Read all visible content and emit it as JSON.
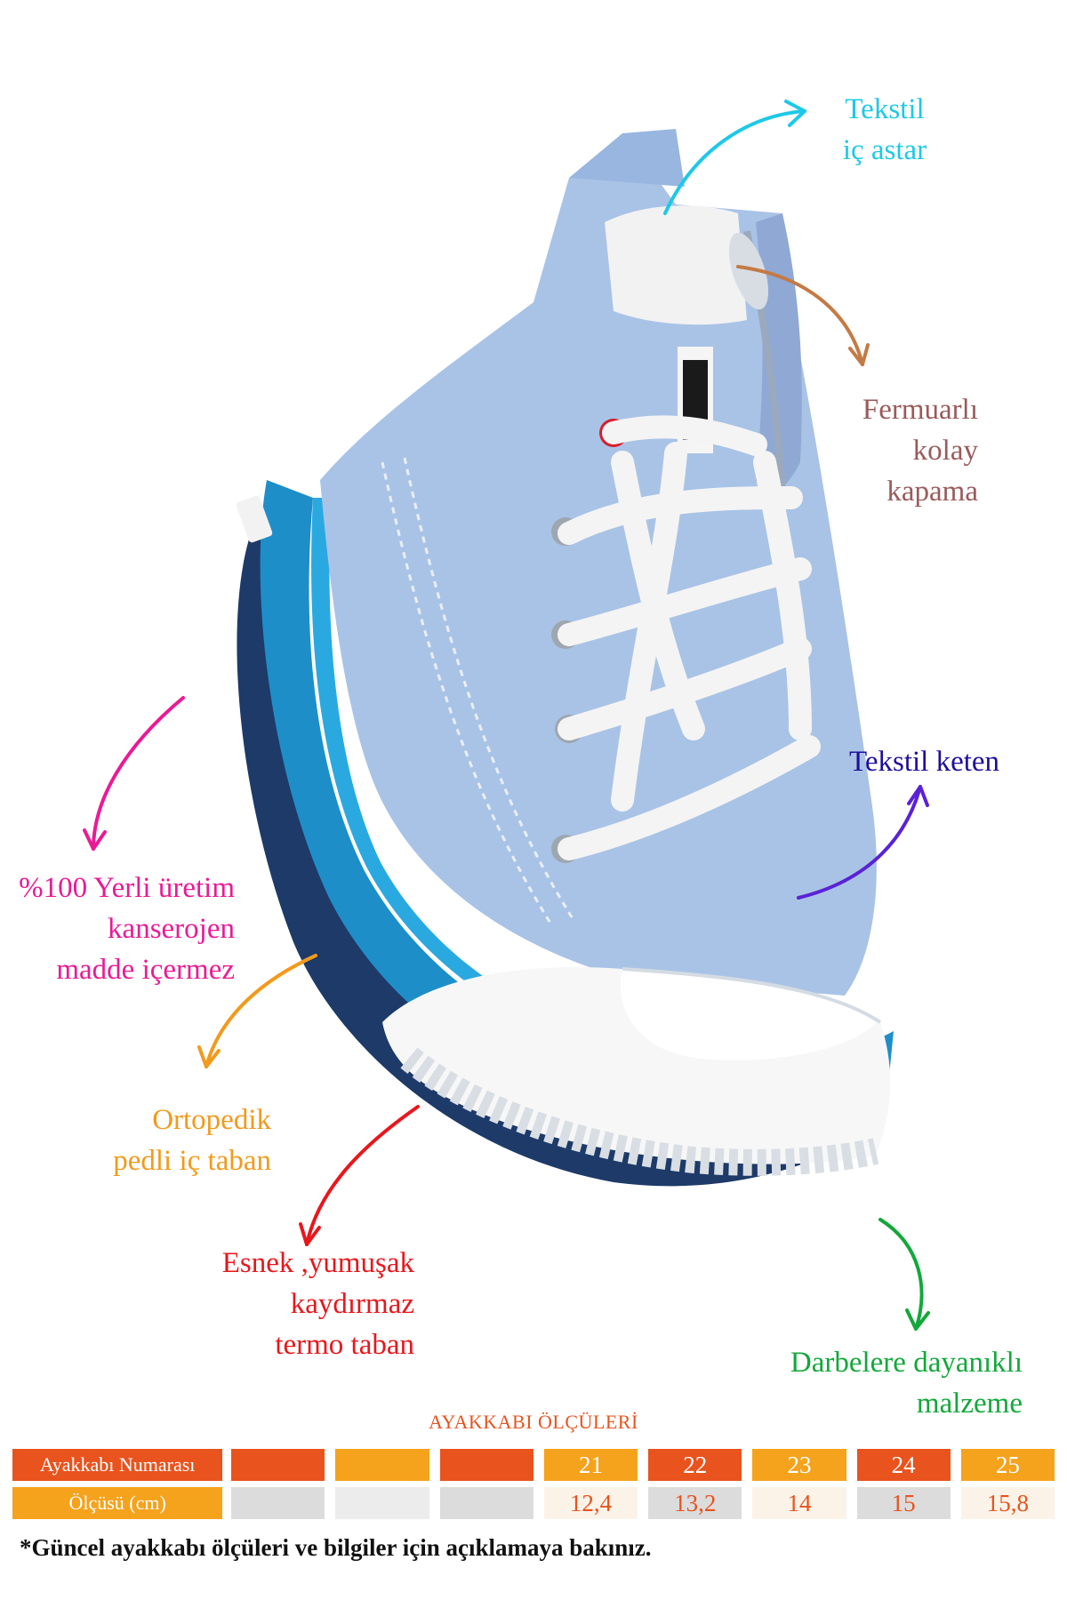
{
  "colors": {
    "cyan": "#1ec8e8",
    "brown": "#c47a45",
    "mauve": "#9a5a5a",
    "indigo": "#1c0f9c",
    "magenta": "#ea1a96",
    "orange": "#f29a1c",
    "red": "#e8171c",
    "green": "#12a83a",
    "table_dark": "#e8531e",
    "table_light": "#f5a21c",
    "table_grey": "#dcdcdc",
    "table_grey_light": "#ececec",
    "table_cell_light": "#fbf3e8"
  },
  "callouts": {
    "lining": [
      "Tekstil",
      "iç astar"
    ],
    "zipper": [
      "Fermuarlı",
      "kolay",
      "kapama"
    ],
    "canvas": [
      "Tekstil keten"
    ],
    "local": [
      "%100 Yerli üretim",
      "kanserojen",
      "madde içermez"
    ],
    "insole": [
      "Ortopedik",
      "pedli iç taban"
    ],
    "sole": [
      "Esnek ,yumuşak",
      "kaydırmaz",
      "termo taban"
    ],
    "durable": [
      "Darbelere dayanıklı",
      "malzeme"
    ]
  },
  "size_chart": {
    "title": "AYAKKABI ÖLÇÜLERİ",
    "row_number_label": "Ayakkabı Numarası",
    "row_measure_label": "Ölçüsü (cm)",
    "numbers": [
      "",
      "",
      "",
      "21",
      "22",
      "23",
      "24",
      "25"
    ],
    "measures": [
      "",
      "",
      "",
      "12,4",
      "13,2",
      "14",
      "15",
      "15,8"
    ]
  },
  "footnote": "*Güncel ayakkabı ölçüleri ve bilgiler için açıklamaya bakınız."
}
